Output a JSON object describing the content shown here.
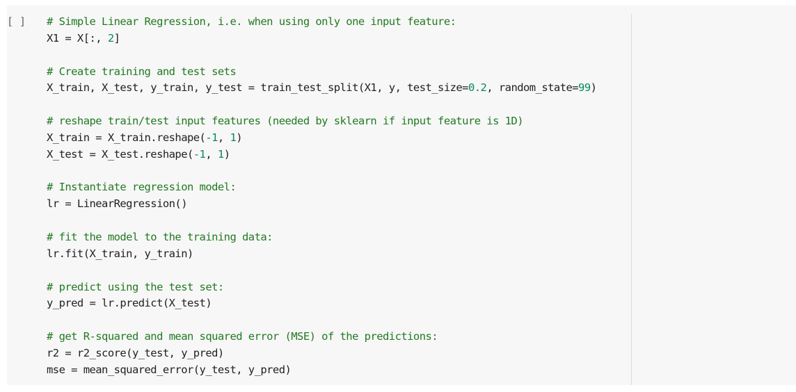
{
  "cell": {
    "exec_label": "[ ]",
    "lines": [
      [
        {
          "t": "# Simple Linear Regression, i.e. when using only one input feature:",
          "k": "comment"
        }
      ],
      [
        {
          "t": "X1 = X[:, ",
          "k": "code"
        },
        {
          "t": "2",
          "k": "num"
        },
        {
          "t": "]",
          "k": "code"
        }
      ],
      [],
      [
        {
          "t": "# Create training and test sets",
          "k": "comment"
        }
      ],
      [
        {
          "t": "X_train, X_test, y_train, y_test = train_test_split(X1, y, test_size=",
          "k": "code"
        },
        {
          "t": "0.2",
          "k": "num"
        },
        {
          "t": ", random_state=",
          "k": "code"
        },
        {
          "t": "99",
          "k": "num"
        },
        {
          "t": ")",
          "k": "code"
        }
      ],
      [],
      [
        {
          "t": "# reshape train/test input features (needed by sklearn if input feature is 1D)",
          "k": "comment"
        }
      ],
      [
        {
          "t": "X_train = X_train.reshape(",
          "k": "code"
        },
        {
          "t": "-1",
          "k": "num"
        },
        {
          "t": ", ",
          "k": "code"
        },
        {
          "t": "1",
          "k": "num"
        },
        {
          "t": ")",
          "k": "code"
        }
      ],
      [
        {
          "t": "X_test = X_test.reshape(",
          "k": "code"
        },
        {
          "t": "-1",
          "k": "num"
        },
        {
          "t": ", ",
          "k": "code"
        },
        {
          "t": "1",
          "k": "num"
        },
        {
          "t": ")",
          "k": "code"
        }
      ],
      [],
      [
        {
          "t": "# Instantiate regression model:",
          "k": "comment"
        }
      ],
      [
        {
          "t": "lr = LinearRegression()",
          "k": "code"
        }
      ],
      [],
      [
        {
          "t": "# fit the model to the training data:",
          "k": "comment"
        }
      ],
      [
        {
          "t": "lr.fit(X_train, y_train)",
          "k": "code"
        }
      ],
      [],
      [
        {
          "t": "# predict using the test set:",
          "k": "comment"
        }
      ],
      [
        {
          "t": "y_pred = lr.predict(X_test)",
          "k": "code"
        }
      ],
      [],
      [
        {
          "t": "# get R-squared and mean squared error (MSE) of the predictions:",
          "k": "comment"
        }
      ],
      [
        {
          "t": "r2 = r2_score(y_test, y_pred)",
          "k": "code"
        }
      ],
      [
        {
          "t": "mse = mean_squared_error(y_test, y_pred)",
          "k": "code"
        }
      ]
    ]
  },
  "colors": {
    "cell_background": "#f7f7f7",
    "code_text": "#212121",
    "comment": "#217a21",
    "number": "#09885a"
  }
}
